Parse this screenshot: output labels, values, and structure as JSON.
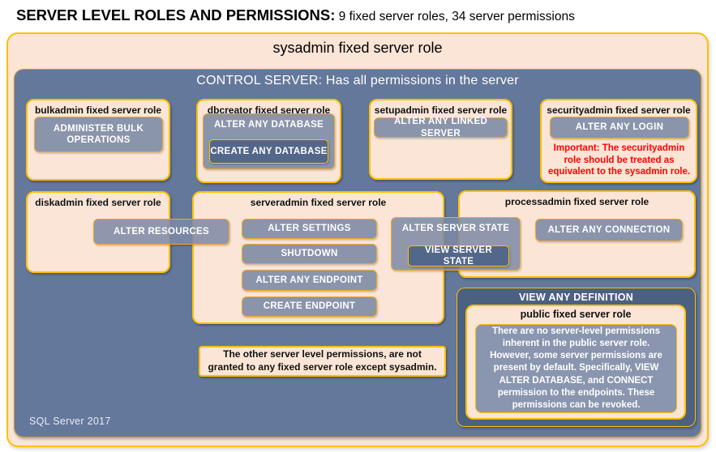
{
  "header": {
    "title_main": "SERVER LEVEL ROLES AND PERMISSIONS:",
    "title_sub": " 9 fixed server roles, 34 server permissions"
  },
  "sysadmin": {
    "title": "sysadmin fixed server role",
    "control_server": "CONTROL SERVER: Has all permissions in the server",
    "footer": "SQL Server 2017"
  },
  "roles": {
    "bulkadmin": {
      "title": "bulkadmin fixed server role",
      "permissions": [
        "ADMINISTER BULK OPERATIONS"
      ]
    },
    "dbcreator": {
      "title": "dbcreator fixed server role",
      "permissions": [
        "ALTER ANY DATABASE",
        "CREATE ANY DATABASE"
      ]
    },
    "setupadmin": {
      "title": "setupadmin fixed server role",
      "permissions": [
        "ALTER ANY LINKED SERVER"
      ]
    },
    "securityadmin": {
      "title": "securityadmin fixed server role",
      "permissions": [
        "ALTER ANY LOGIN"
      ],
      "warning": "Important: The securityadmin role should be treated as equivalent to the sysadmin role."
    },
    "diskadmin": {
      "title": "diskadmin fixed server role",
      "permissions": [
        "ALTER RESOURCES"
      ]
    },
    "serveradmin": {
      "title": "serveradmin fixed server role",
      "permissions": [
        "ALTER SETTINGS",
        "SHUTDOWN",
        "ALTER ANY ENDPOINT",
        "CREATE ENDPOINT",
        "ALTER SERVER STATE",
        "VIEW SERVER STATE"
      ]
    },
    "processadmin": {
      "title": "processadmin fixed server role",
      "permissions": [
        "ALTER ANY CONNECTION"
      ]
    },
    "public": {
      "container": "VIEW ANY DEFINITION",
      "title": "public fixed server role",
      "note": "There are no server-level permissions inherent in the public server role. However, some server permissions are present by default. Specifically, VIEW ALTER DATABASE, and CONNECT permission to the endpoints. These permissions can be revoked."
    }
  },
  "notes": {
    "other_permissions": "The other server level permissions, are not granted to any fixed server role except sysadmin."
  },
  "colors": {
    "peach": "#FBE5D6",
    "gold": "#FFC000",
    "slate_blue": "#64789B",
    "perm_fill": "#8591AD",
    "perm_dark": "#53678A",
    "dark_panel": "#4C6180",
    "warning_red": "#FF0000"
  }
}
